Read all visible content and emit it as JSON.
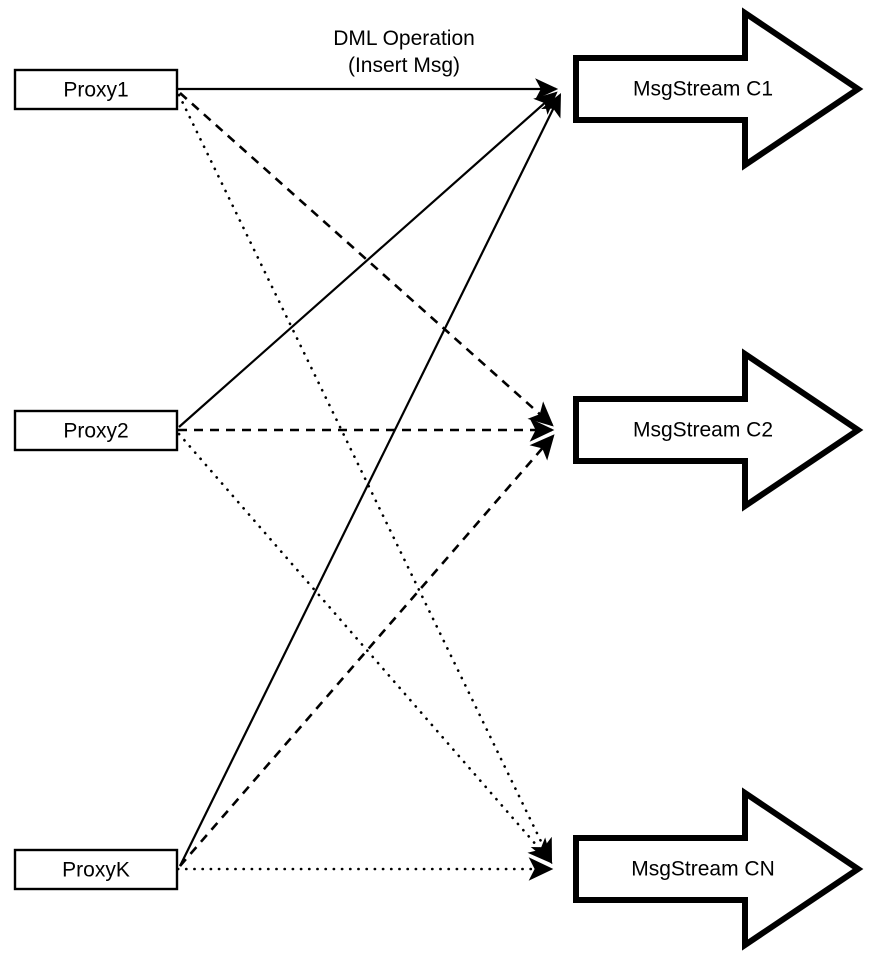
{
  "diagram": {
    "title": "Proxy to MsgStream fan-out diagram",
    "background_color": "#ffffff",
    "line_color": "#000000",
    "annotation": {
      "line1": "DML Operation",
      "line2": "(Insert Msg)"
    },
    "sources": [
      {
        "id": "proxy1",
        "label": "Proxy1"
      },
      {
        "id": "proxy2",
        "label": "Proxy2"
      },
      {
        "id": "proxyk",
        "label": "ProxyK"
      }
    ],
    "targets": [
      {
        "id": "stream_c1",
        "label": "MsgStream C1"
      },
      {
        "id": "stream_c2",
        "label": "MsgStream C2"
      },
      {
        "id": "stream_cn",
        "label": "MsgStream CN"
      }
    ],
    "edges": [
      {
        "from": "proxy1",
        "to": "stream_c1",
        "style": "solid"
      },
      {
        "from": "proxy1",
        "to": "stream_c2",
        "style": "dashed"
      },
      {
        "from": "proxy1",
        "to": "stream_cn",
        "style": "dotted"
      },
      {
        "from": "proxy2",
        "to": "stream_c1",
        "style": "solid"
      },
      {
        "from": "proxy2",
        "to": "stream_c2",
        "style": "dashed"
      },
      {
        "from": "proxy2",
        "to": "stream_cn",
        "style": "dotted"
      },
      {
        "from": "proxyk",
        "to": "stream_c1",
        "style": "solid"
      },
      {
        "from": "proxyk",
        "to": "stream_c2",
        "style": "dashed"
      },
      {
        "from": "proxyk",
        "to": "stream_cn",
        "style": "dotted"
      }
    ]
  }
}
